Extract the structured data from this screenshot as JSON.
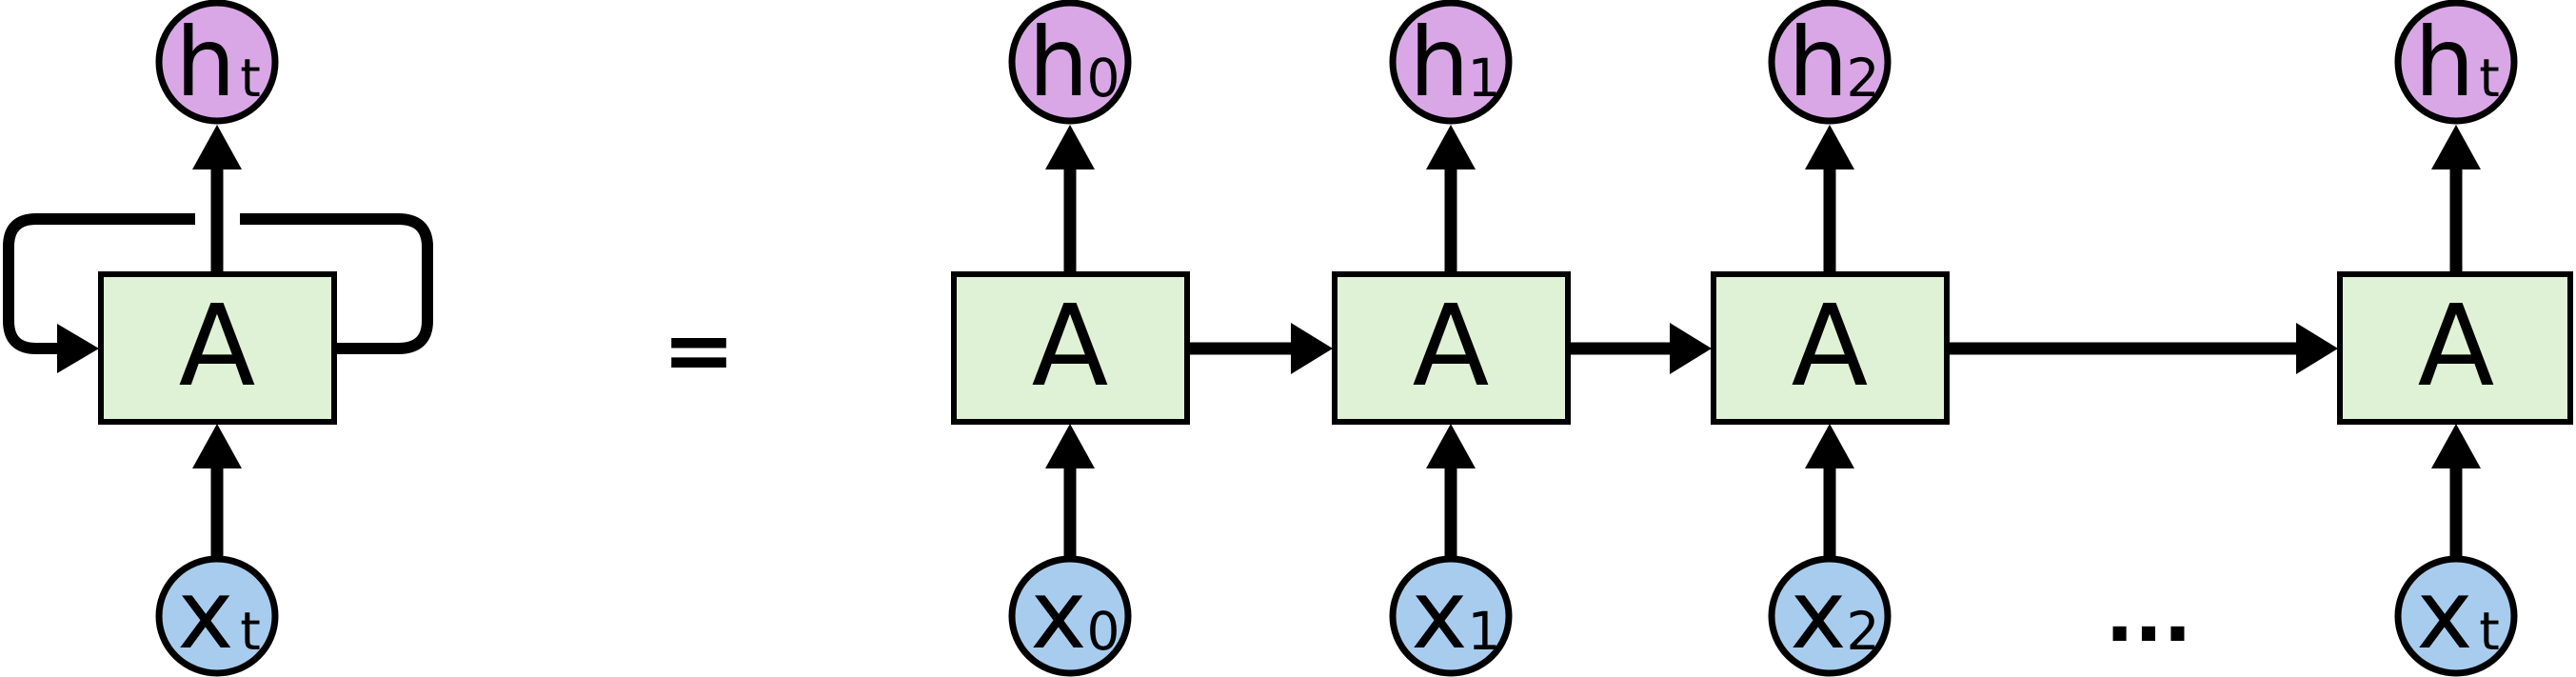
{
  "diagram": {
    "equals_sign": "=",
    "ellipsis": "...",
    "colors": {
      "hidden_fill": "#D9A7E6",
      "input_fill": "#A8CCEE",
      "cell_fill": "#DFF2D5",
      "line": "#000000"
    },
    "folded_unit": {
      "hidden": {
        "base": "h",
        "sub": "t"
      },
      "cell": "A",
      "input": {
        "base": "x",
        "sub": "t"
      }
    },
    "unrolled_units": [
      {
        "hidden": {
          "base": "h",
          "sub": "0"
        },
        "cell": "A",
        "input": {
          "base": "x",
          "sub": "0"
        }
      },
      {
        "hidden": {
          "base": "h",
          "sub": "1"
        },
        "cell": "A",
        "input": {
          "base": "x",
          "sub": "1"
        }
      },
      {
        "hidden": {
          "base": "h",
          "sub": "2"
        },
        "cell": "A",
        "input": {
          "base": "x",
          "sub": "2"
        }
      },
      {
        "hidden": {
          "base": "h",
          "sub": "t"
        },
        "cell": "A",
        "input": {
          "base": "x",
          "sub": "t"
        }
      }
    ]
  }
}
